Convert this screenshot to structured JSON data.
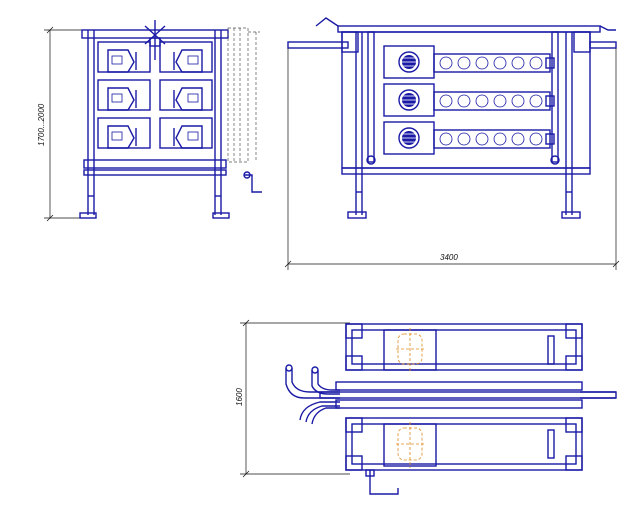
{
  "dimensions": {
    "height_range": "1700...2000",
    "length": "3400",
    "width": "1600"
  },
  "colors": {
    "drawing_lines": "#1a1aa6",
    "dimension_lines": "#111111",
    "hidden_lines": "#e08a1e",
    "background": "#ffffff"
  }
}
